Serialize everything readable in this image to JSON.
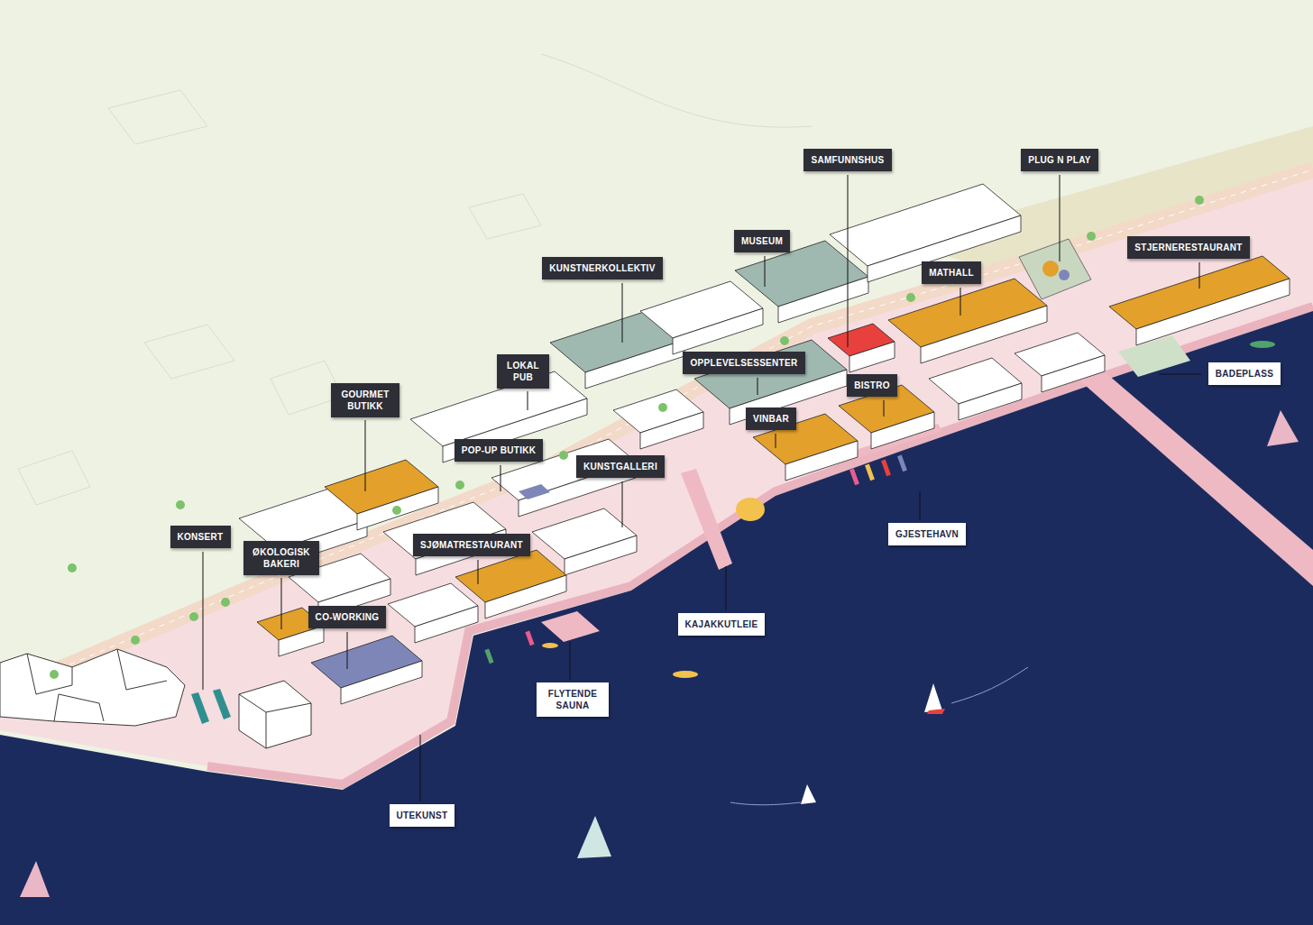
{
  "diagram": {
    "nodes": [
      {
        "text": [
          "PLUG N PLAY"
        ]
      },
      {
        "text": [
          "SAMFUNNSHUS"
        ]
      },
      {
        "text": [
          "MUSEUM"
        ]
      },
      {
        "text": [
          "KUNSTNERKOLLEKTIV"
        ]
      },
      {
        "text": [
          "MATHALL"
        ]
      },
      {
        "text": [
          "STJERNERESTAURANT"
        ]
      },
      {
        "text": [
          "LOKAL PUB"
        ]
      },
      {
        "text": [
          "OPPLEVELSESSENTER"
        ]
      },
      {
        "text": [
          "BADEPLASS"
        ]
      },
      {
        "text": [
          "GOURMET BUTIKK"
        ]
      },
      {
        "text": [
          "BISTRO"
        ]
      },
      {
        "text": [
          "VINBAR"
        ]
      },
      {
        "text": [
          "POP-UP BUTIKK"
        ]
      },
      {
        "text": [
          "KUNSTGALLERI"
        ]
      },
      {
        "text": [
          "GJESTEHAVN"
        ]
      },
      {
        "text": [
          "KONSERT"
        ]
      },
      {
        "text": [
          "SJØMATRESTAURANT"
        ]
      },
      {
        "text": [
          "ØKOLOGISK BAKERI"
        ]
      },
      {
        "text": [
          "KAJAKKUTLEIE"
        ]
      },
      {
        "text": [
          "CO-WORKING"
        ]
      },
      {
        "text": [
          "FLYTENDE SAUNA"
        ]
      },
      {
        "text": [
          "UTEKUNST"
        ]
      }
    ]
  }
}
